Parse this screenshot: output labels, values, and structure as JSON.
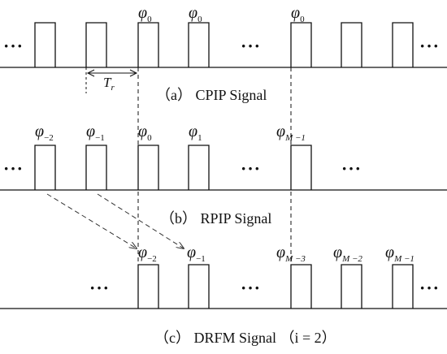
{
  "phi_symbol": "φ",
  "panel_a": {
    "caption": "（a） CPIP Signal",
    "ellipsis": "···",
    "phase_subscripts": [
      "0",
      "0",
      "0"
    ],
    "period_symbol": "T",
    "period_subscript": "r"
  },
  "panel_b": {
    "caption": "（b） RPIP Signal",
    "ellipsis": "···",
    "phase_subscripts": [
      "−2",
      "−1",
      "0",
      "1",
      "M −1"
    ]
  },
  "panel_c": {
    "caption": "（c） DRFM Signal （i = 2）",
    "ellipsis": "···",
    "phase_subscripts": [
      "−2",
      "−1",
      "M −3",
      "M −2",
      "M −1"
    ]
  }
}
